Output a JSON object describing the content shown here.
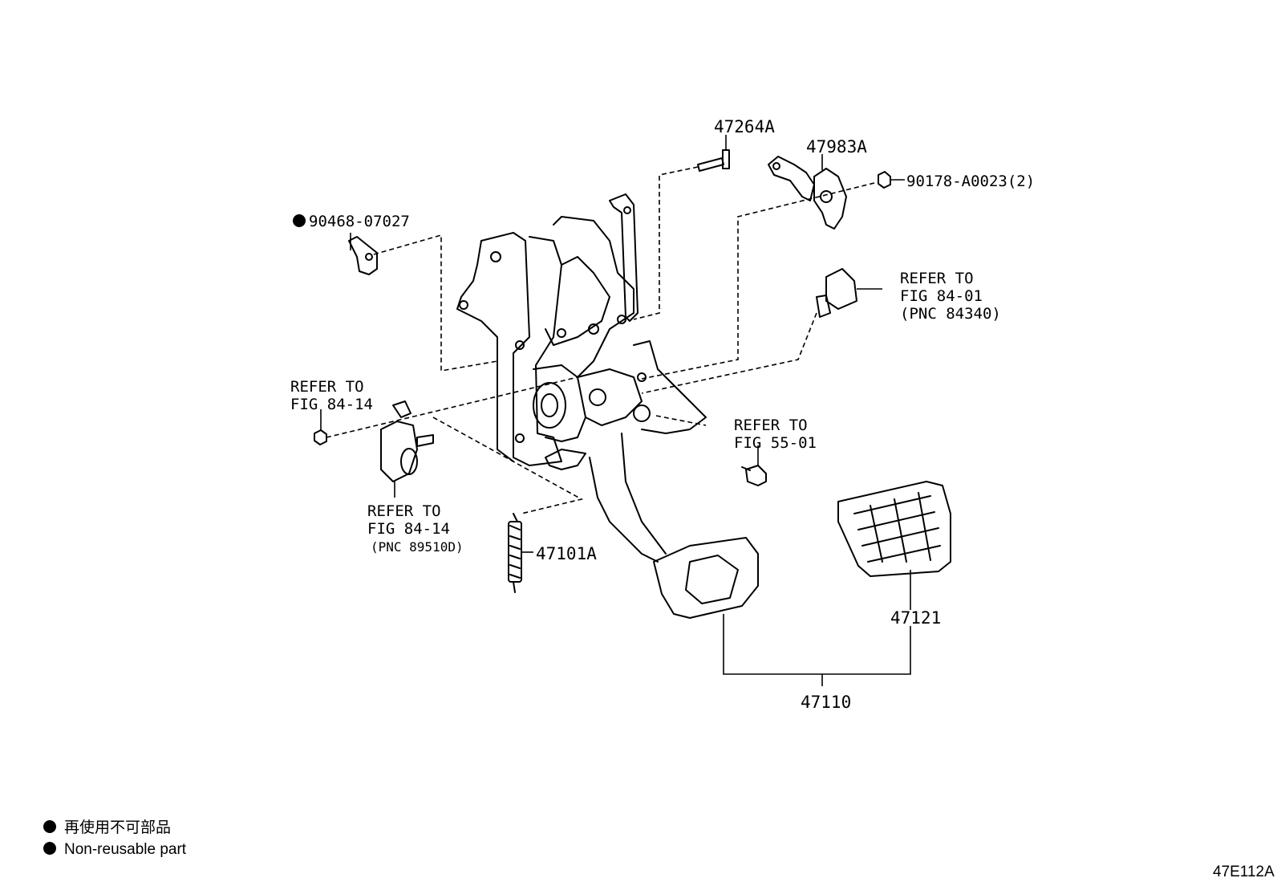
{
  "callouts": {
    "p47264a": "47264A",
    "p47983a": "47983A",
    "p90178": "90178-A0023(2)",
    "p90468": "90468-07027",
    "refer_top_right": {
      "l1": "REFER TO",
      "l2": "FIG 84-01",
      "l3": "(PNC 84340)"
    },
    "refer_left_upper": {
      "l1": "REFER TO",
      "l2": "FIG 84-14"
    },
    "refer_left_lower": {
      "l1": "REFER TO",
      "l2": "FIG 84-14",
      "l3": "(PNC 89510D)"
    },
    "refer_mid_right": {
      "l1": "REFER TO",
      "l2": "FIG 55-01"
    },
    "p47101a": "47101A",
    "p47121": "47121",
    "p47110": "47110"
  },
  "legend": {
    "line_jp": "再使用不可部品",
    "line_en": "Non-reusable part"
  },
  "figure_code": "47E112A"
}
